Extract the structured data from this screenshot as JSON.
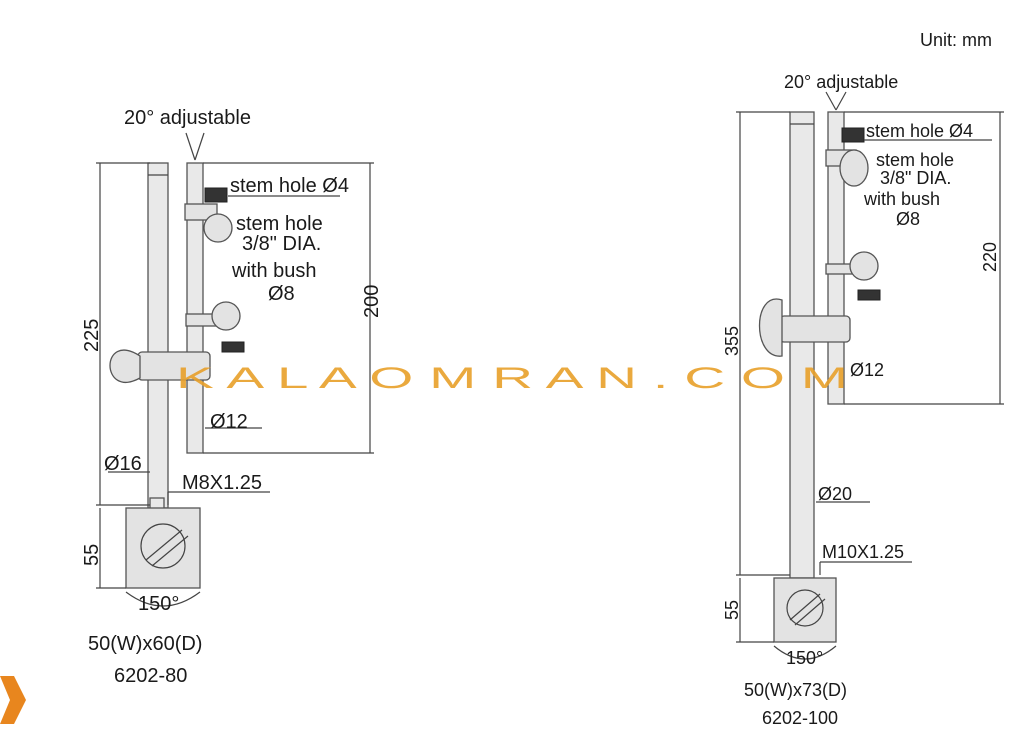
{
  "unit_label": "Unit: mm",
  "watermark": "K A L A O M R A N . C O M",
  "left": {
    "adjustable": "20° adjustable",
    "stem_hole_4": "stem hole Ø4",
    "stem_hole": "stem  hole",
    "dia": "3/8\" DIA.",
    "with_bush": "with bush",
    "bush_dia": "Ø8",
    "dim_200": "200",
    "dim_225": "225",
    "dim_55": "55",
    "rod_12": "Ø12",
    "rod_16": "Ø16",
    "thread": "M8X1.25",
    "angle": "150°",
    "base_size": "50(W)x60(D)",
    "model": "6202-80"
  },
  "right": {
    "adjustable": "20° adjustable",
    "stem_hole_4": "stem hole Ø4",
    "stem_hole": "stem  hole",
    "dia": "3/8\" DIA.",
    "with_bush": "with bush",
    "bush_dia": "Ø8",
    "dim_220": "220",
    "dim_355": "355",
    "dim_55": "55",
    "rod_12": "Ø12",
    "rod_20": "Ø20",
    "thread": "M10X1.25",
    "angle": "150°",
    "base_size": "50(W)x73(D)",
    "model": "6202-100"
  }
}
